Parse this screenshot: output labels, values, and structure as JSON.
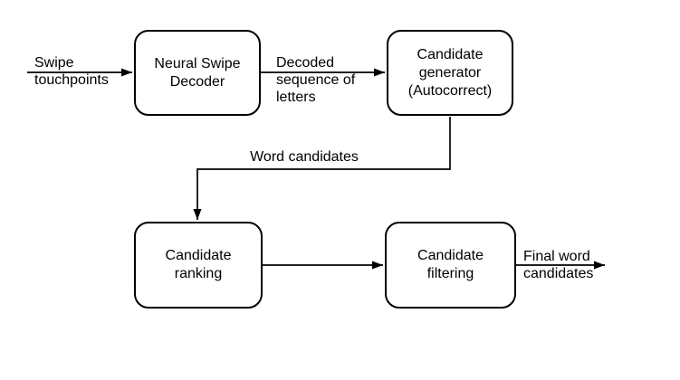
{
  "colors": {
    "background": "#ffffff",
    "stroke": "#000000",
    "text": "#000000"
  },
  "nodes": [
    {
      "id": "neural-swipe-decoder",
      "label": "Neural Swipe\nDecoder"
    },
    {
      "id": "candidate-generator",
      "label": "Candidate\ngenerator\n(Autocorrect)"
    },
    {
      "id": "candidate-ranking",
      "label": "Candidate\nranking"
    },
    {
      "id": "candidate-filtering",
      "label": "Candidate\nfiltering"
    }
  ],
  "edge_labels": [
    {
      "id": "swipe-touchpoints",
      "label": "Swipe\ntouchpoints"
    },
    {
      "id": "decoded-sequence-of-letters",
      "label": "Decoded\nsequence of\nletters"
    },
    {
      "id": "word-candidates",
      "label": "Word candidates"
    },
    {
      "id": "final-word-candidates",
      "label": "Final word\ncandidates"
    }
  ]
}
